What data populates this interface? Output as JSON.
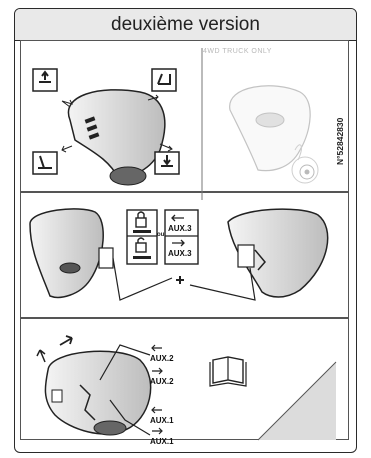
{
  "header": {
    "title": "deuxième version"
  },
  "panel_top": {
    "overlay_label": "4WD TRUCK ONLY",
    "serial": "N°52842830"
  },
  "panel_middle": {
    "or_label": "ou",
    "aux_upper": "AUX.3",
    "aux_lower": "AUX.3"
  },
  "panel_bottom": {
    "aux2_upper": "AUX.2",
    "aux2_lower": "AUX.2",
    "aux1_upper": "AUX.1",
    "aux1_lower": "AUX.1"
  },
  "icons": [
    "lift-up-icon",
    "tilt-back-icon",
    "tilt-forward-icon",
    "lift-down-icon",
    "lock-icon",
    "unlock-icon",
    "book-icon",
    "joystick-icon",
    "plus-icon"
  ]
}
